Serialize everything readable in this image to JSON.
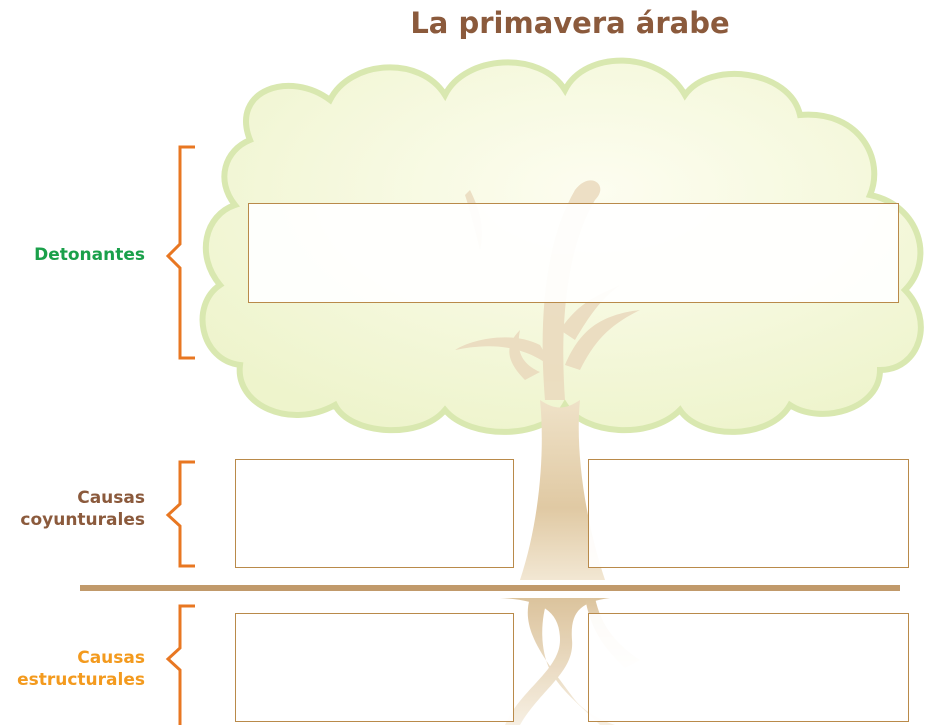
{
  "title": "La primavera árabe",
  "labels": {
    "detonantes": "Detonantes",
    "coyunturales_line1": "Causas",
    "coyunturales_line2": "coyunturales",
    "estructurales_line1": "Causas",
    "estructurales_line2": "estructurales"
  },
  "boxes": {
    "detonantes": "",
    "coyunturales_left": "",
    "coyunturales_right": "",
    "estructurales_left": "",
    "estructurales_right": ""
  },
  "colors": {
    "title": "#8b5a3c",
    "detonantes": "#1aa04a",
    "coyunturales": "#8b5a3c",
    "estructurales": "#f39a1e",
    "bracket": "#e87722",
    "ground_line": "#c19a6b",
    "canopy_fill": "#f4f7d8",
    "canopy_stroke": "#d9e8b0",
    "trunk": "#e3cfae"
  },
  "icons": [
    "bracket-icon",
    "tree-illustration"
  ]
}
